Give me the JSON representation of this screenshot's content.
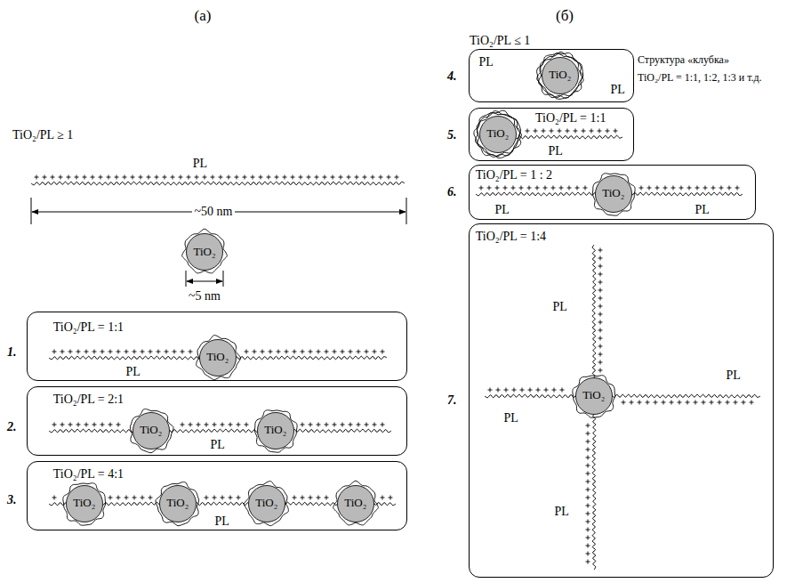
{
  "diagram": {
    "nodes": [
      {
        "text": [
          "TiO₂"
        ]
      },
      {
        "text": [
          "TiO₂/PL = 1:1",
          "PL"
        ]
      },
      {
        "text": [
          "TiO₂"
        ],
        "in": 1
      },
      {
        "text": [
          "TiO₂/PL = 2:1",
          "PL"
        ]
      },
      {
        "text": [
          "TiO₂"
        ],
        "in": 3
      },
      {
        "text": [
          "TiO₂"
        ],
        "in": 3
      },
      {
        "text": [
          "TiO₂/PL = 4:1",
          "PL"
        ]
      },
      {
        "text": [
          "TiO₂"
        ],
        "in": 6
      },
      {
        "text": [
          "TiO₂"
        ],
        "in": 6
      },
      {
        "text": [
          "TiO₂"
        ],
        "in": 6
      },
      {
        "text": [
          "TiO₂"
        ],
        "in": 6
      },
      {
        "text": [
          "PL",
          "PL"
        ]
      },
      {
        "text": [
          "TiO₂"
        ],
        "in": 11
      },
      {
        "text": [
          "TiO₂/PL = 1:1",
          "PL"
        ]
      },
      {
        "text": [
          "TiO₂"
        ],
        "in": 13
      },
      {
        "text": [
          "TiO₂/PL = 1 : 2",
          "PL",
          "PL"
        ]
      },
      {
        "text": [
          "TiO₂"
        ],
        "in": 15
      },
      {
        "text": [
          "TiO₂/PL = 1:4",
          "PL",
          "PL",
          "PL",
          "PL"
        ]
      },
      {
        "text": [
          "TiO₂"
        ],
        "in": 17
      }
    ],
    "labels": [
      "(а)",
      "(б)",
      "TiO₂/PL ≥ 1",
      "PL",
      "~50 nm",
      "~5 nm",
      "1.",
      "2.",
      "3.",
      "TiO₂/PL ≤ 1",
      "4.",
      "Структура «клубка»",
      "TiO₂/PL = 1:1, 1:2, 1:3 и т.д.",
      "5.",
      "6.",
      "7."
    ]
  }
}
